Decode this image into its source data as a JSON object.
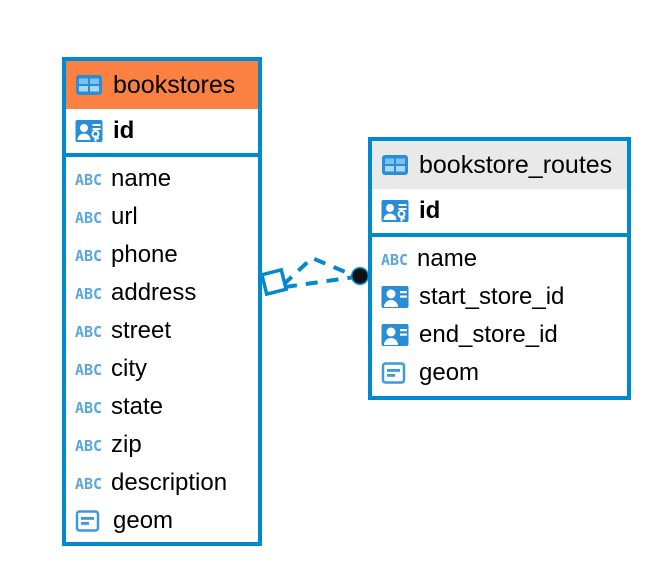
{
  "diagram": {
    "kind": "entity-relationship-diagram",
    "background_color": "#ffffff",
    "accent_color": "#0089cf",
    "highlight_color": "#fa8141",
    "muted_header_color": "#e9e9e9"
  },
  "entities": [
    {
      "name": "bookstores",
      "header_style": "accent",
      "title": "bookstores",
      "table_icon": "table-icon",
      "primary_key": {
        "label": "id",
        "icon": "primary-key-icon"
      },
      "fields": [
        {
          "label": "name",
          "icon": "text-type-icon"
        },
        {
          "label": "url",
          "icon": "text-type-icon"
        },
        {
          "label": "phone",
          "icon": "text-type-icon"
        },
        {
          "label": "address",
          "icon": "text-type-icon"
        },
        {
          "label": "street",
          "icon": "text-type-icon"
        },
        {
          "label": "city",
          "icon": "text-type-icon"
        },
        {
          "label": "state",
          "icon": "text-type-icon"
        },
        {
          "label": "zip",
          "icon": "text-type-icon"
        },
        {
          "label": "description",
          "icon": "text-type-icon"
        },
        {
          "label": "geom",
          "icon": "geometry-type-icon"
        }
      ]
    },
    {
      "name": "bookstore_routes",
      "header_style": "muted",
      "title": "bookstore_routes",
      "table_icon": "table-icon",
      "primary_key": {
        "label": "id",
        "icon": "primary-key-icon"
      },
      "fields": [
        {
          "label": "name",
          "icon": "text-type-icon"
        },
        {
          "label": "start_store_id",
          "icon": "foreign-key-icon"
        },
        {
          "label": "end_store_id",
          "icon": "foreign-key-icon"
        },
        {
          "label": "geom",
          "icon": "geometry-type-icon"
        }
      ]
    }
  ],
  "relationship": {
    "line_style": "dashed",
    "line_color": "#0089cf",
    "source_endpoint": "diamond-endpoint",
    "target_endpoint": "filled-circle-endpoint",
    "target_endpoint_color": "#111111"
  }
}
